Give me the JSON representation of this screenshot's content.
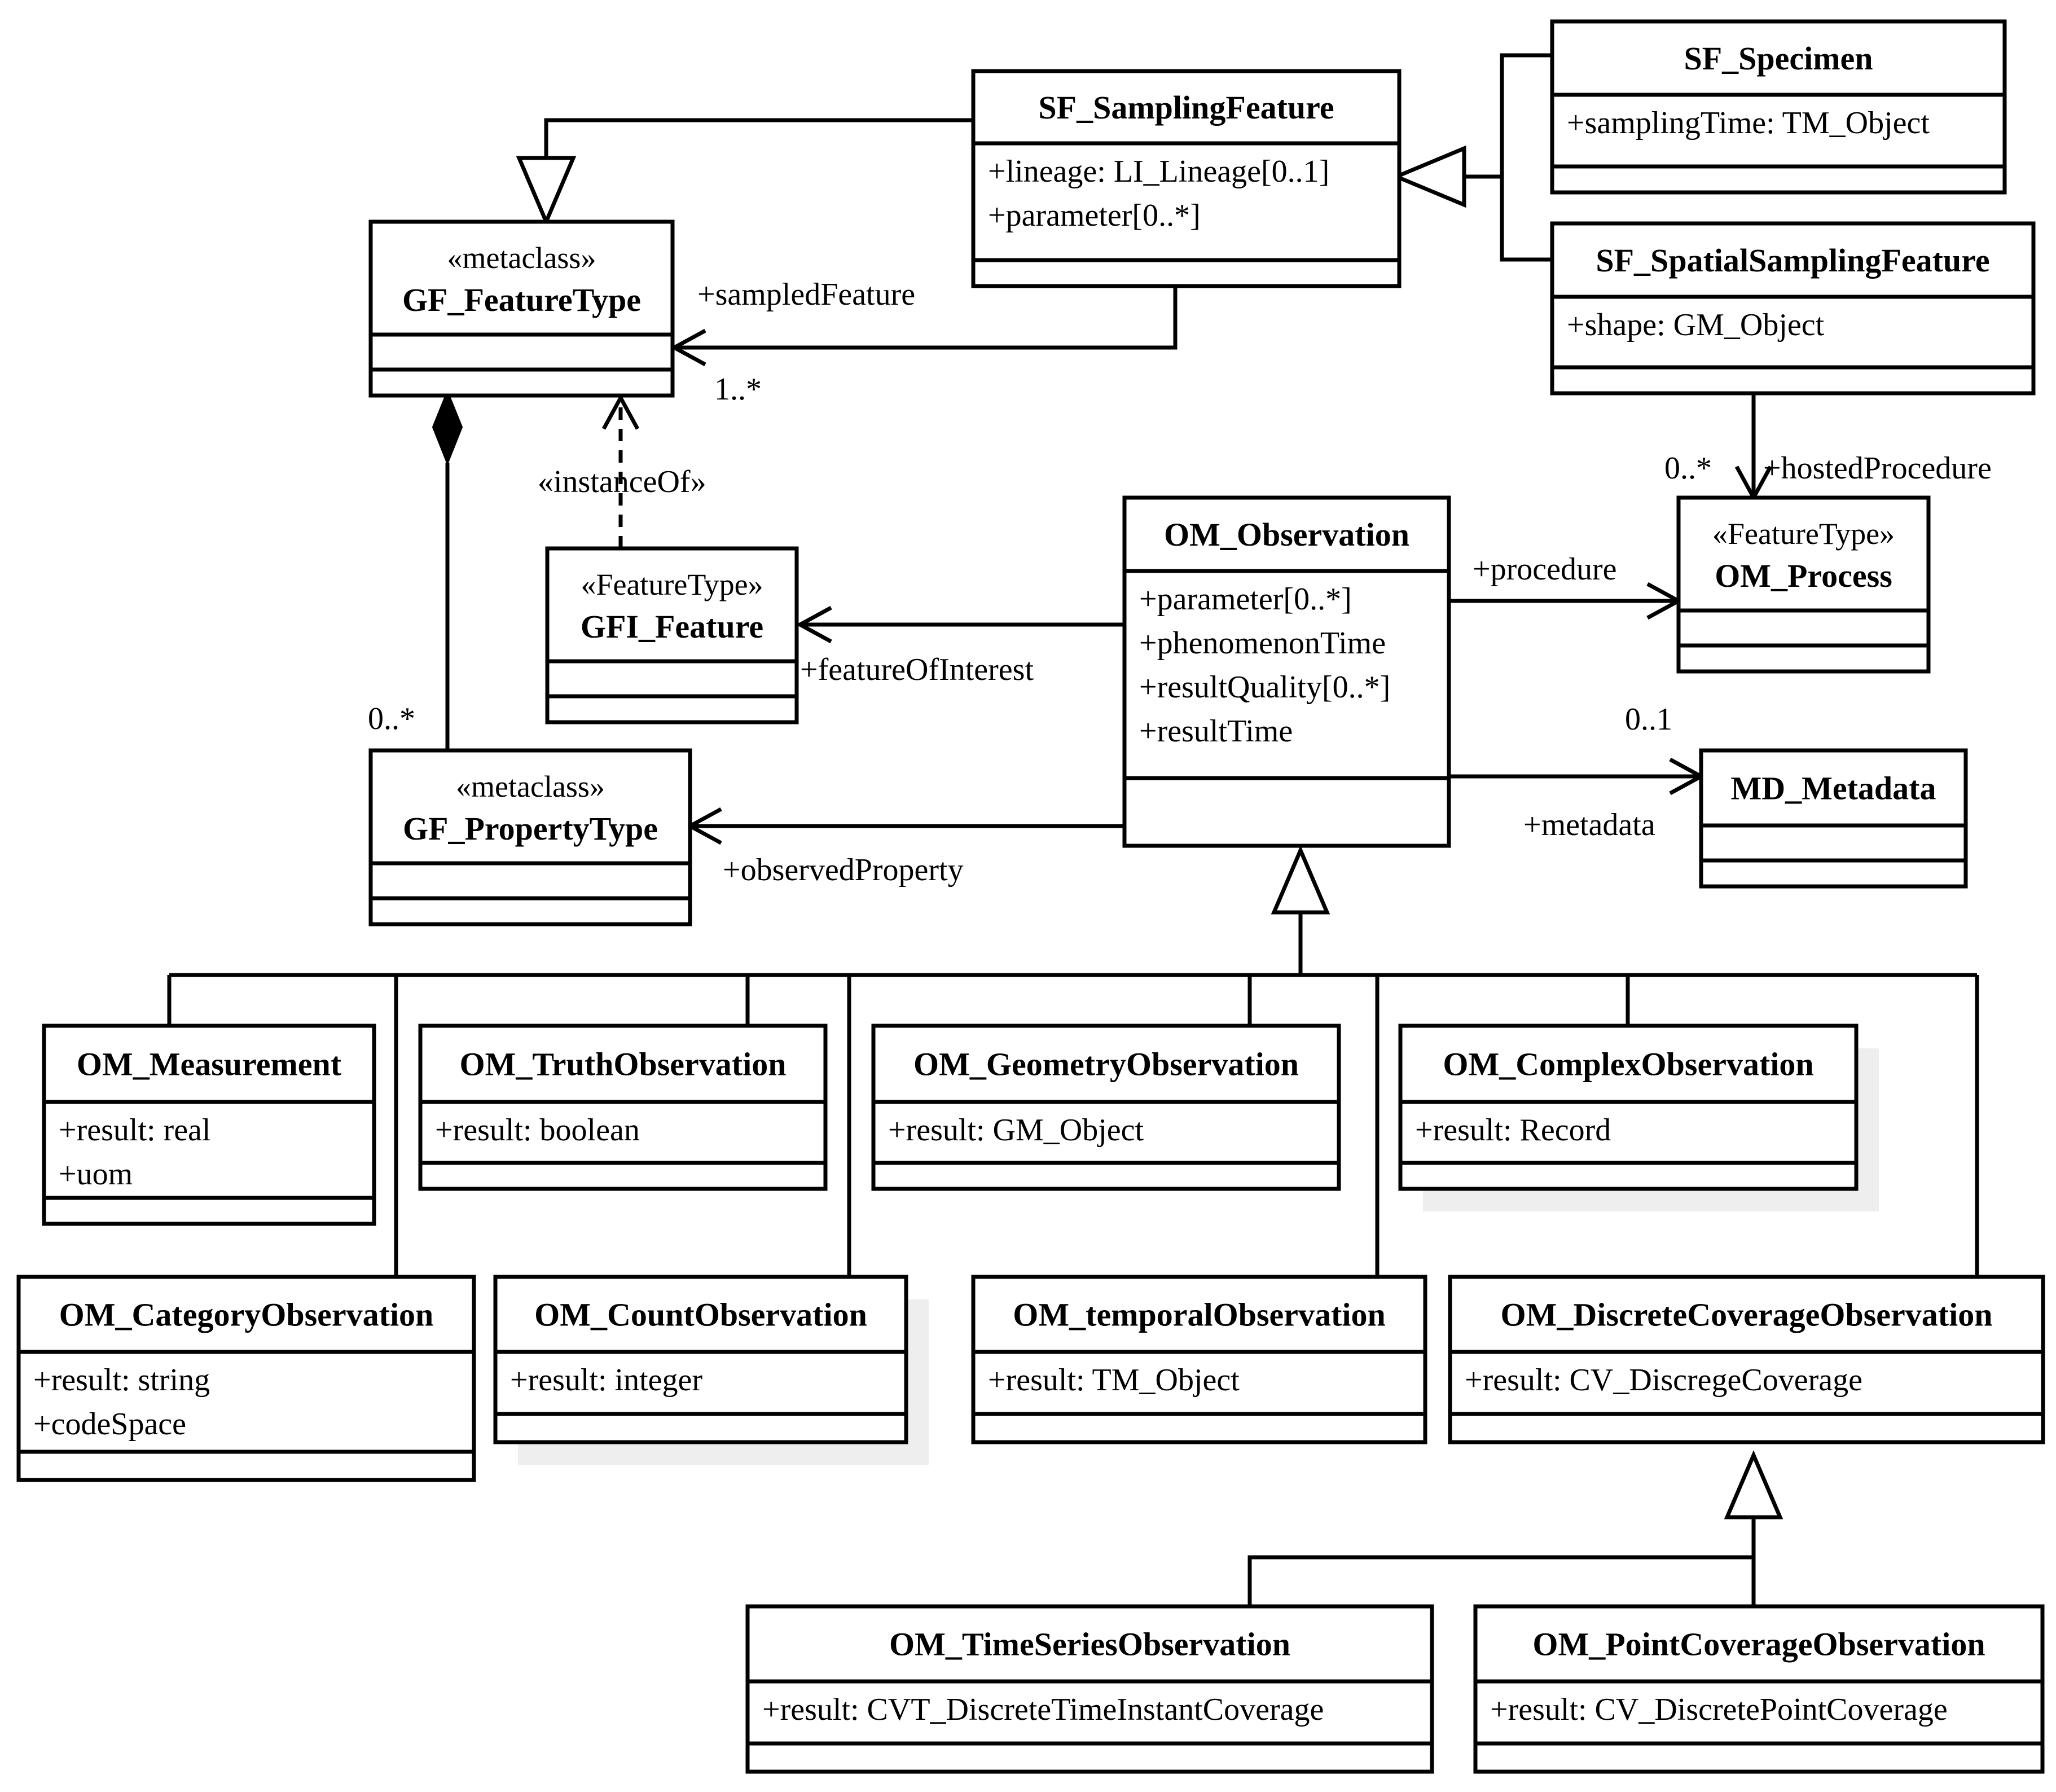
{
  "classes": {
    "sf_sampling_feature": {
      "name": "SF_SamplingFeature",
      "attributes": [
        "+lineage: LI_Lineage[0..1]",
        "+parameter[0..*]"
      ]
    },
    "sf_specimen": {
      "name": "SF_Specimen",
      "attributes": [
        "+samplingTime: TM_Object"
      ]
    },
    "sf_spatial_sampling_feature": {
      "name": "SF_SpatialSamplingFeature",
      "attributes": [
        "+shape: GM_Object"
      ]
    },
    "gf_feature_type": {
      "stereotype": "«metaclass»",
      "name": "GF_FeatureType",
      "attributes": []
    },
    "gfi_feature": {
      "stereotype": "«FeatureType»",
      "name": "GFI_Feature",
      "attributes": []
    },
    "gf_property_type": {
      "stereotype": "«metaclass»",
      "name": "GF_PropertyType",
      "attributes": []
    },
    "om_observation": {
      "name": "OM_Observation",
      "attributes": [
        "+parameter[0..*]",
        "+phenomenonTime",
        "+resultQuality[0..*]",
        "+resultTime"
      ]
    },
    "om_process": {
      "stereotype": "«FeatureType»",
      "name": "OM_Process",
      "attributes": []
    },
    "md_metadata": {
      "name": "MD_Metadata",
      "attributes": []
    },
    "om_measurement": {
      "name": "OM_Measurement",
      "attributes": [
        "+result: real",
        "+uom"
      ]
    },
    "om_truth_observation": {
      "name": "OM_TruthObservation",
      "attributes": [
        "+result: boolean"
      ]
    },
    "om_geometry_observation": {
      "name": "OM_GeometryObservation",
      "attributes": [
        "+result: GM_Object"
      ]
    },
    "om_complex_observation": {
      "name": "OM_ComplexObservation",
      "attributes": [
        "+result: Record"
      ]
    },
    "om_category_observation": {
      "name": "OM_CategoryObservation",
      "attributes": [
        "+result: string",
        "+codeSpace"
      ]
    },
    "om_count_observation": {
      "name": "OM_CountObservation",
      "attributes": [
        "+result: integer"
      ]
    },
    "om_temporal_observation": {
      "name": "OM_temporalObservation",
      "attributes": [
        "+result: TM_Object"
      ]
    },
    "om_discrete_coverage_observation": {
      "name": "OM_DiscreteCoverageObservation",
      "attributes": [
        "+result: CV_DiscregeCoverage"
      ]
    },
    "om_time_series_observation": {
      "name": "OM_TimeSeriesObservation",
      "attributes": [
        "+result: CVT_DiscreteTimeInstantCoverage"
      ]
    },
    "om_point_coverage_observation": {
      "name": "OM_PointCoverageObservation",
      "attributes": [
        "+result: CV_DiscretePointCoverage"
      ]
    }
  },
  "labels": {
    "sampled_feature": "+sampledFeature",
    "sampled_feature_mult": "1..*",
    "instance_of": "«instanceOf»",
    "composition_mult": "0..*",
    "feature_of_interest": "+featureOfInterest",
    "observed_property": "+observedProperty",
    "procedure": "+procedure",
    "hosted_procedure": "+hostedProcedure",
    "hosted_procedure_mult": "0..*",
    "metadata": "+metadata",
    "metadata_mult": "0..1"
  }
}
